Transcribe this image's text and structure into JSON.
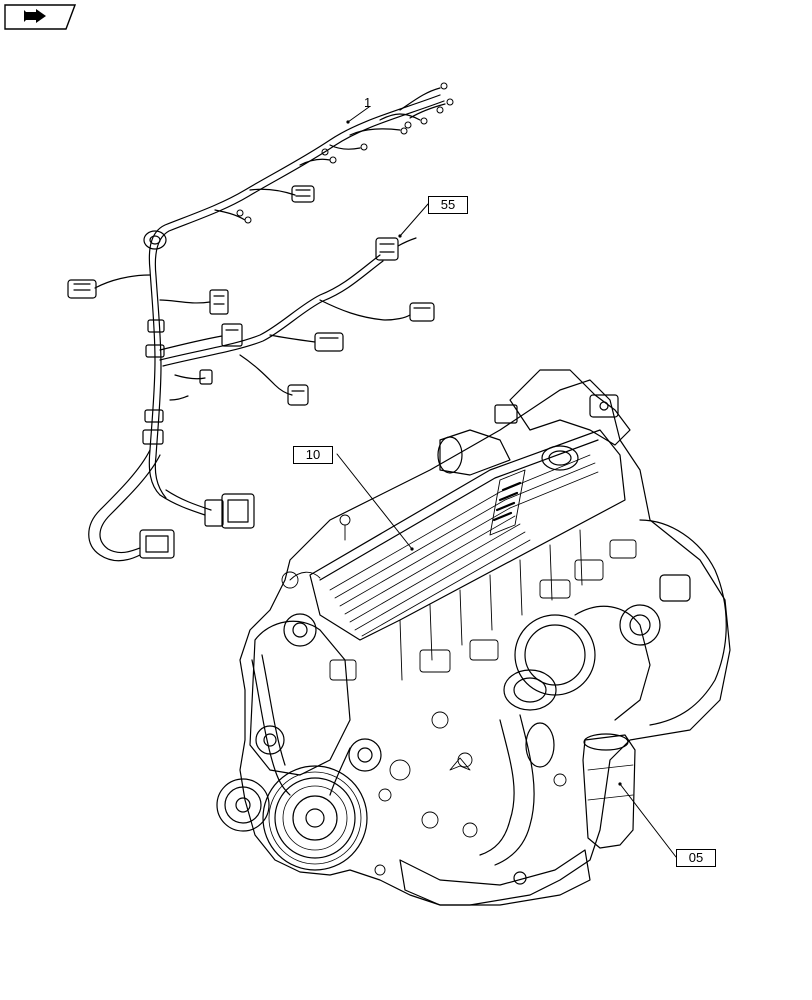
{
  "labels": {
    "harness": "1",
    "connector": "55",
    "engine": "10",
    "filter": "05"
  },
  "icons": {
    "nav": "page-navigation-arrow-icon"
  },
  "colors": {
    "line": "#000000",
    "background": "#ffffff",
    "shade": "#d9d9d9"
  }
}
